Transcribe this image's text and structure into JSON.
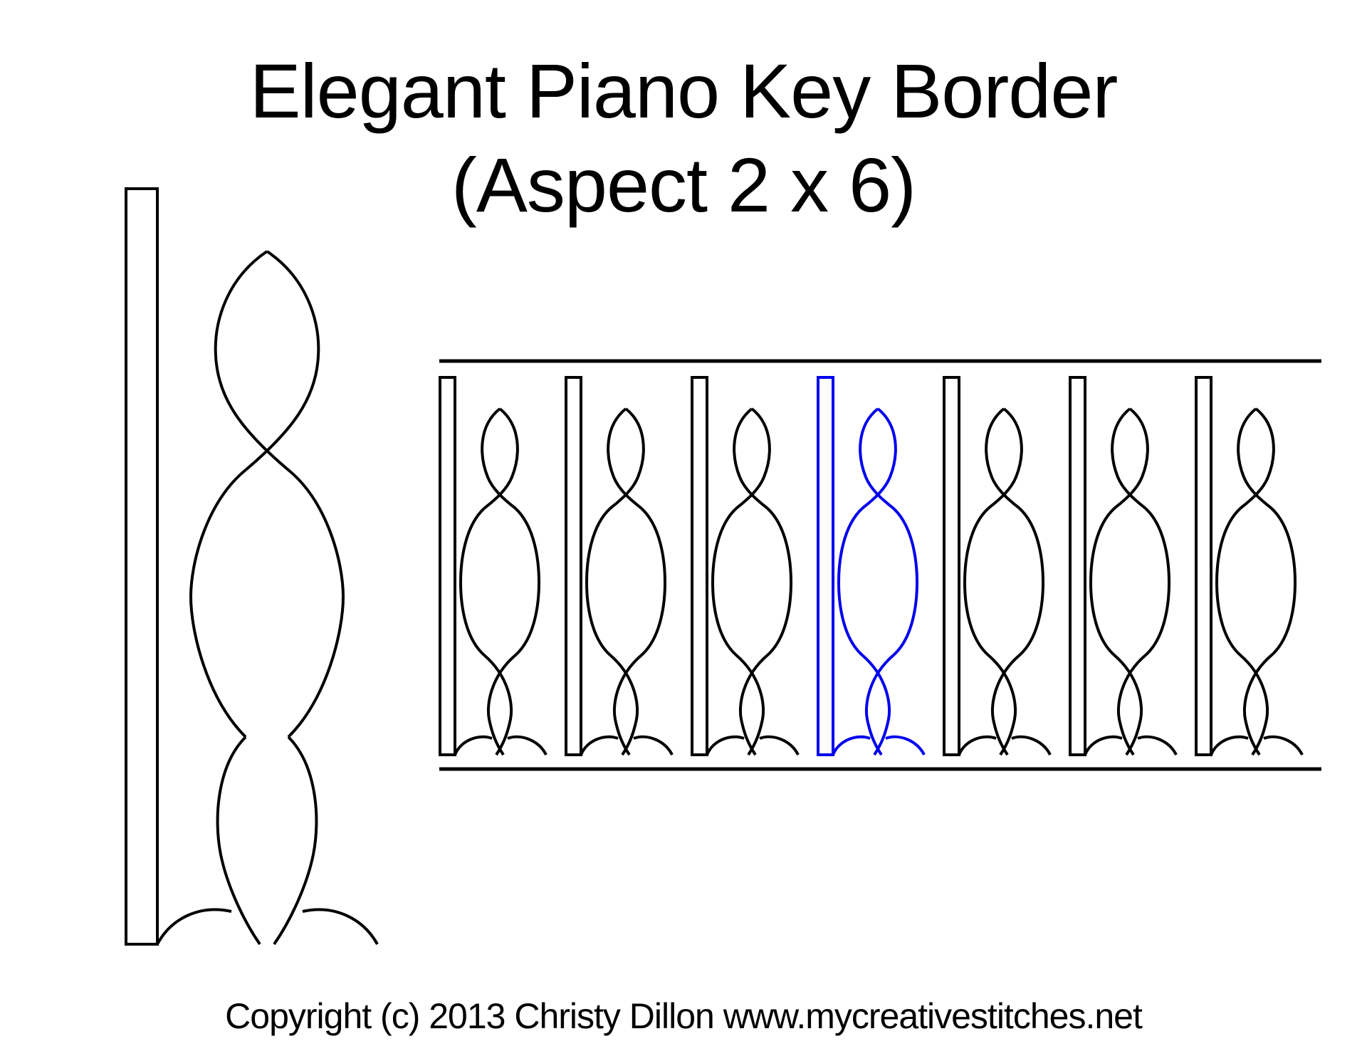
{
  "title": {
    "line1": "Elegant Piano Key Border",
    "line2": "(Aspect 2 x 6)"
  },
  "footer": {
    "copyright": "Copyright (c) 2013 Christy Dillon www.mycreativestitches.net"
  },
  "colors": {
    "stroke": "#000000",
    "highlight": "#0000ee",
    "background": "#ffffff"
  },
  "border": {
    "unit_count": 7,
    "highlighted_unit_index": 3
  }
}
